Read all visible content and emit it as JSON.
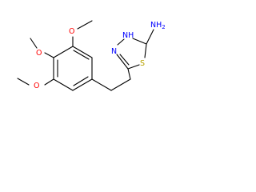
{
  "structure": {
    "atoms": {
      "o_top": "O",
      "o_mid": "O",
      "o_bot": "O",
      "nh2": "NH",
      "nh2_sub": "2",
      "n_ring_h": "N",
      "n_ring_h_suffix": "H",
      "n_ring": "N",
      "s_ring": "S"
    },
    "colors": {
      "oxygen": "#ff0000",
      "nitrogen": "#0000ff",
      "sulfur": "#b8a200",
      "carbon_bond": "#000000",
      "background": "#ffffff"
    }
  }
}
